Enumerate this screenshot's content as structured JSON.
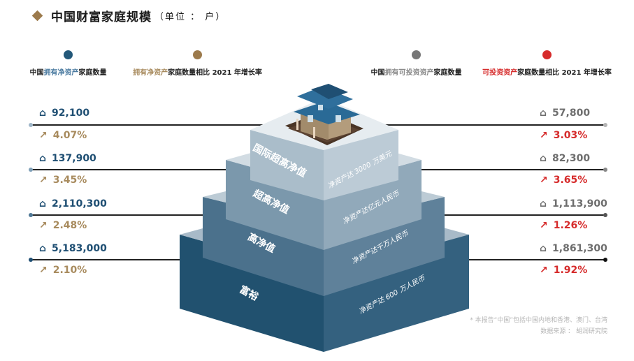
{
  "header": {
    "title": "中国财富家庭规模",
    "unit": "（单位 ： 户）"
  },
  "legend": [
    {
      "prefix": "中国",
      "highlight": "拥有净资产",
      "suffix": "家庭数量",
      "dot_color": "#235879",
      "highlight_color": "#4a7aa0"
    },
    {
      "prefix": "",
      "highlight": "拥有净资产",
      "suffix": "家庭数量相比 2021 年增长率",
      "dot_color": "#9c7a4c",
      "highlight_color": "#a88b5e"
    },
    {
      "prefix": "中国",
      "highlight": "拥有可投资资产",
      "suffix": "家庭数量",
      "dot_color": "#777777",
      "highlight_color": "#8a8a8a"
    },
    {
      "prefix": "",
      "highlight": "可投资资产",
      "suffix": "家庭数量相比 2021 年增长率",
      "dot_color": "#d62b2b",
      "highlight_color": "#d62b2b"
    }
  ],
  "tiers": [
    {
      "name": "国际超高净值",
      "criterion": "净资产达 3000 万美元",
      "net_assets_households": "92,100",
      "net_assets_growth": "4.07%",
      "investable_households": "57,800",
      "investable_growth": "3.03%"
    },
    {
      "name": "超高净值",
      "criterion": "净资产达亿元人民币",
      "net_assets_households": "137,900",
      "net_assets_growth": "3.45%",
      "investable_households": "82,300",
      "investable_growth": "3.65%"
    },
    {
      "name": "高净值",
      "criterion": "净资产达千万人民币",
      "net_assets_households": "2,110,300",
      "net_assets_growth": "2.48%",
      "investable_households": "1,113,900",
      "investable_growth": "1.26%"
    },
    {
      "name": "富裕",
      "criterion": "净资产达 600 万人民币",
      "net_assets_households": "5,183,000",
      "net_assets_growth": "2.10%",
      "investable_households": "1,861,300",
      "investable_growth": "1.92%"
    }
  ],
  "colors": {
    "net_assets_value": "#1f4f73",
    "net_assets_growth": "#a88b5e",
    "investable_value": "#6e6e6e",
    "investable_growth": "#d62b2b"
  },
  "footer": {
    "note": "* 本报告“中国”包括中国内地和香港、澳门、台湾",
    "source": "数据来源 ： 胡润研究院"
  }
}
